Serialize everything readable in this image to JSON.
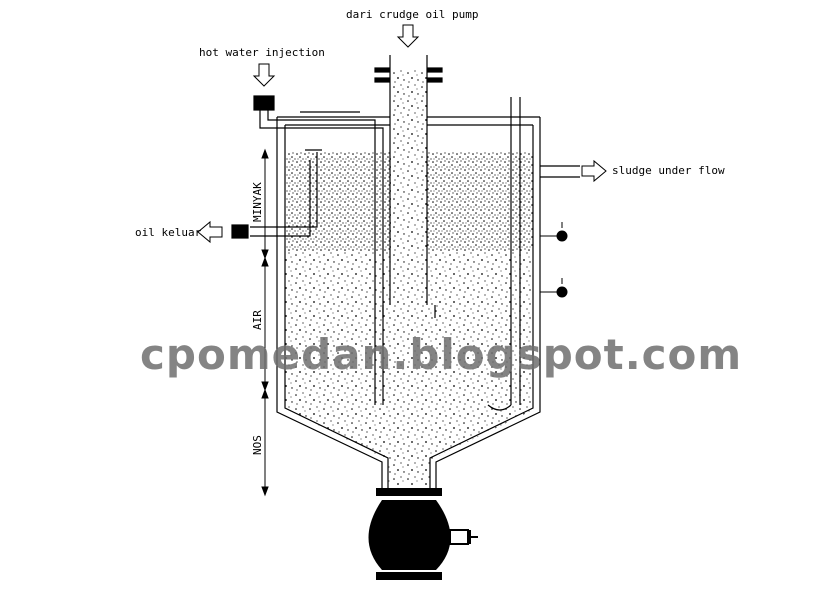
{
  "labels": {
    "feed": "dari crudge oil pump",
    "hot_water": "hot water injection",
    "sludge": "sludge under flow",
    "oil_out": "oil keluar",
    "layer_oil": "MINYAK",
    "layer_water": "AIR",
    "layer_nos": "NOS"
  },
  "watermark": "cpomedan.blogspot.com"
}
